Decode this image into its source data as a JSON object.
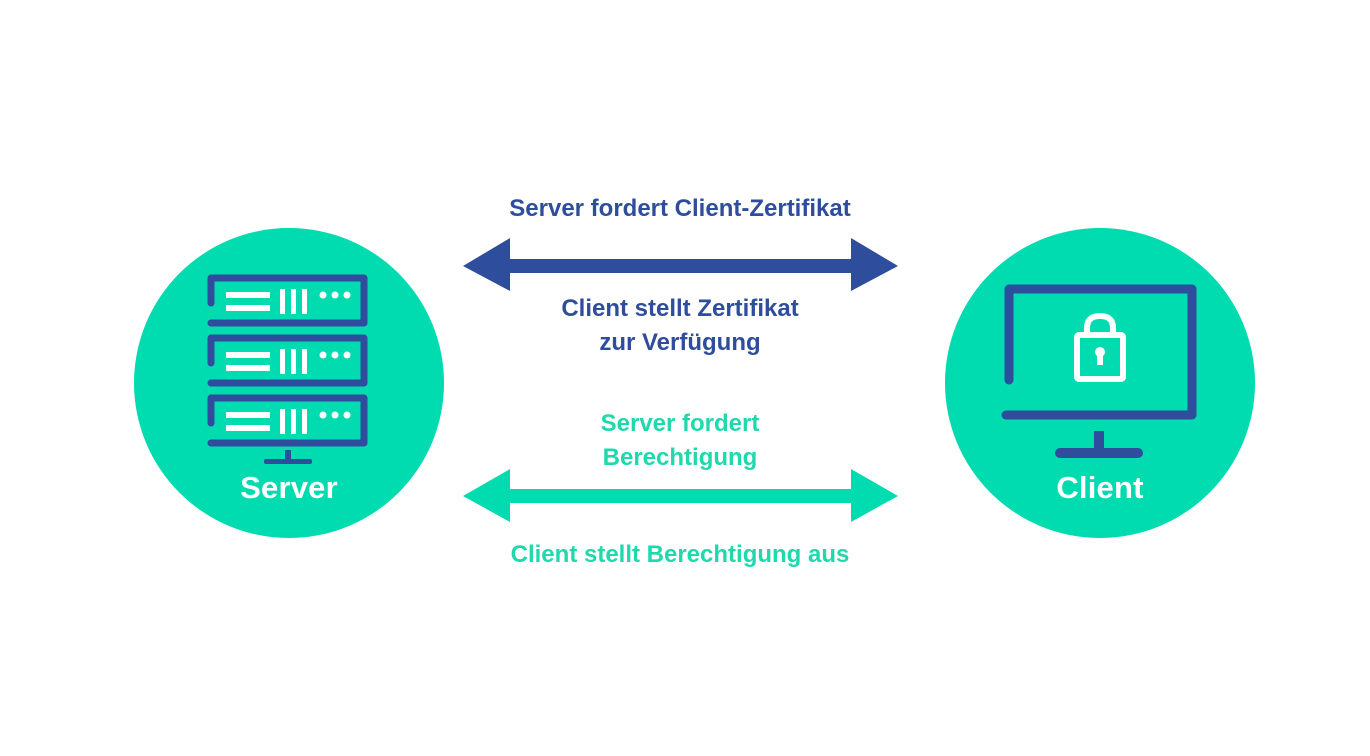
{
  "colors": {
    "circle": "#00dbb0",
    "icon": "#2e4d9c",
    "icon_highlight": "#ffffff",
    "arrow_top": "#2e4d9c",
    "arrow_bottom": "#00dbb0",
    "text_navy": "#2e4d9c",
    "text_teal": "#1fd9ad"
  },
  "server": {
    "label": "Server",
    "icon": "server-rack-icon"
  },
  "client": {
    "label": "Client",
    "icon": "monitor-lock-icon"
  },
  "exchange_certificate": {
    "request": "Server fordert Client-Zertifikat",
    "response_line1": "Client stellt Zertifikat",
    "response_line2": "zur Verfügung"
  },
  "exchange_authorization": {
    "request_line1": "Server fordert",
    "request_line2": "Berechtigung",
    "response": "Client stellt Berechtigung aus"
  }
}
